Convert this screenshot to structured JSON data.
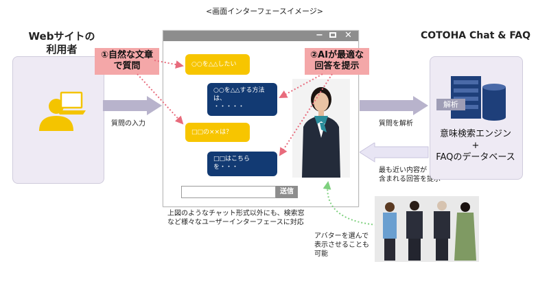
{
  "caption": "<画面インターフェースイメージ>",
  "user": {
    "title_line1": "Webサイトの",
    "title_line2": "利用者"
  },
  "cotoha": {
    "title": "COTOHA Chat & FAQ",
    "analysis_tag": "解析",
    "engine_line1": "意味検索エンジン",
    "engine_plus": "+",
    "engine_line2": "FAQのデータベース"
  },
  "callouts": {
    "natural_line1": "①自然な文章",
    "natural_line2": "で質問",
    "ai_line1": "②AIが最適な",
    "ai_line2": "回答を提示"
  },
  "chat": {
    "msg1": "○○を△△したい",
    "msg2_line1": "○○を△△する方法",
    "msg2_line2": "は、",
    "msg2_line3": "・・・・・",
    "msg3": "□□の××は？",
    "msg4_line1": "□□はこちら",
    "msg4_line2": "を・・・",
    "send_label": "送信"
  },
  "arrows": {
    "question_input": "質問の入力",
    "question_analysis": "質問を解析",
    "present_line1": "最も近い内容が",
    "present_line2": "含まれる回答を提示"
  },
  "notes": {
    "interface_line1": "上図のようなチャット形式以外にも、検索窓",
    "interface_line2": "など様々なユーザーインターフェースに対応",
    "avatar_line1": "アバターを選んで",
    "avatar_line2": "表示させることも",
    "avatar_line3": "可能"
  },
  "colors": {
    "panel_bg": "#eeeaf4",
    "callout": "#f4a7a8",
    "bubble_yellow": "#f7c500",
    "bubble_blue": "#123a73",
    "arrow_gray": "#b8b3cc",
    "arrow_blue": "#e8e5f4",
    "dotted_pink": "#e86b7c",
    "dotted_green": "#7ed07e",
    "user_icon": "#f4c400",
    "server_blue": "#1e3f7a"
  },
  "icons": {
    "user": "user-at-laptop-icon",
    "server": "server-database-icon"
  }
}
